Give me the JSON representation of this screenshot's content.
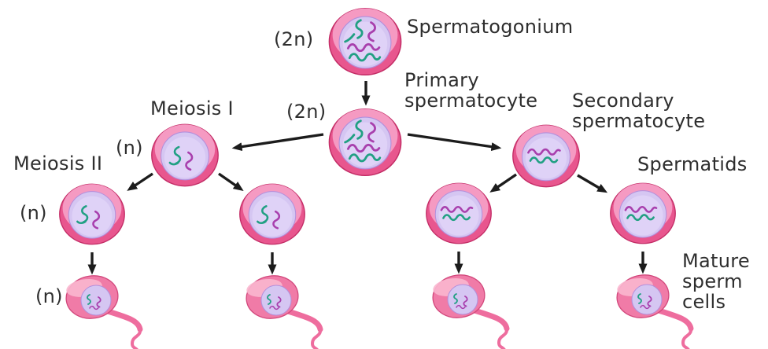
{
  "diagram": {
    "subject": "spermatogenesis",
    "stages": [
      "Spermatogonium",
      "Primary spermatocyte",
      "Secondary spermatocyte",
      "Spermatids",
      "Mature sperm cells"
    ],
    "divisions": [
      "Meiosis I",
      "Meiosis II"
    ]
  },
  "labels": {
    "spermatogonium": "Spermatogonium",
    "ploidy_spermatogonium": "(2n)",
    "primary_spermatocyte": "Primary\nspermatocyte",
    "ploidy_primary_spermatocyte": "(2n)",
    "meiosis_i": "Meiosis I",
    "ploidy_secondary_spermatocyte": "(n)",
    "secondary_spermatocyte": "Secondary\nspermatocyte",
    "meiosis_ii": "Meiosis II",
    "ploidy_spermatid": "(n)",
    "spermatids": "Spermatids",
    "ploidy_mature_sperm": "(n)",
    "mature_sperm_cells": "Mature\nsperm\ncells"
  },
  "colors": {
    "text_dark": "#2e2e2e",
    "arrow_black": "#1c1c1c",
    "cell_outer_pink": "#e8568e",
    "cell_outer_highlight": "#f59ac2",
    "cell_border": "#c32d66",
    "cell_inner_lavender": "#d5c6f2",
    "cell_inner_border": "#b28fdc",
    "cell_inner_light": "#e1d6f8",
    "chromosome_teal": "#21a083",
    "chromosome_purple": "#a83fad",
    "sperm_head": "#f07ba7",
    "sperm_highlight": "#f9b7cf",
    "sperm_border": "#d2487c",
    "sperm_tail": "#ee6d9e",
    "background": "#ffffff"
  }
}
